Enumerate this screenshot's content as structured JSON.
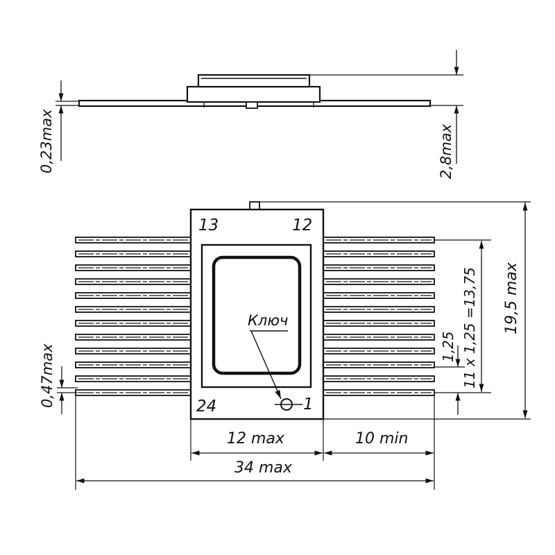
{
  "side_view": {
    "thickness_label": "0,23max",
    "height_label": "2,8max"
  },
  "top_view": {
    "pin_13": "13",
    "pin_12": "12",
    "pin_24": "24",
    "pin_1": "1",
    "key_label": "Ключ",
    "width_label": "12 max",
    "lead_length_label": "10 min",
    "total_width_label": "34 max",
    "height_label": "19,5 max",
    "pitch_label": "1,25",
    "span_label": "11 x 1,25 =13,75",
    "lead_width_label": "0,47max"
  },
  "colors": {
    "ink": "#111111",
    "paper": "#ffffff"
  }
}
